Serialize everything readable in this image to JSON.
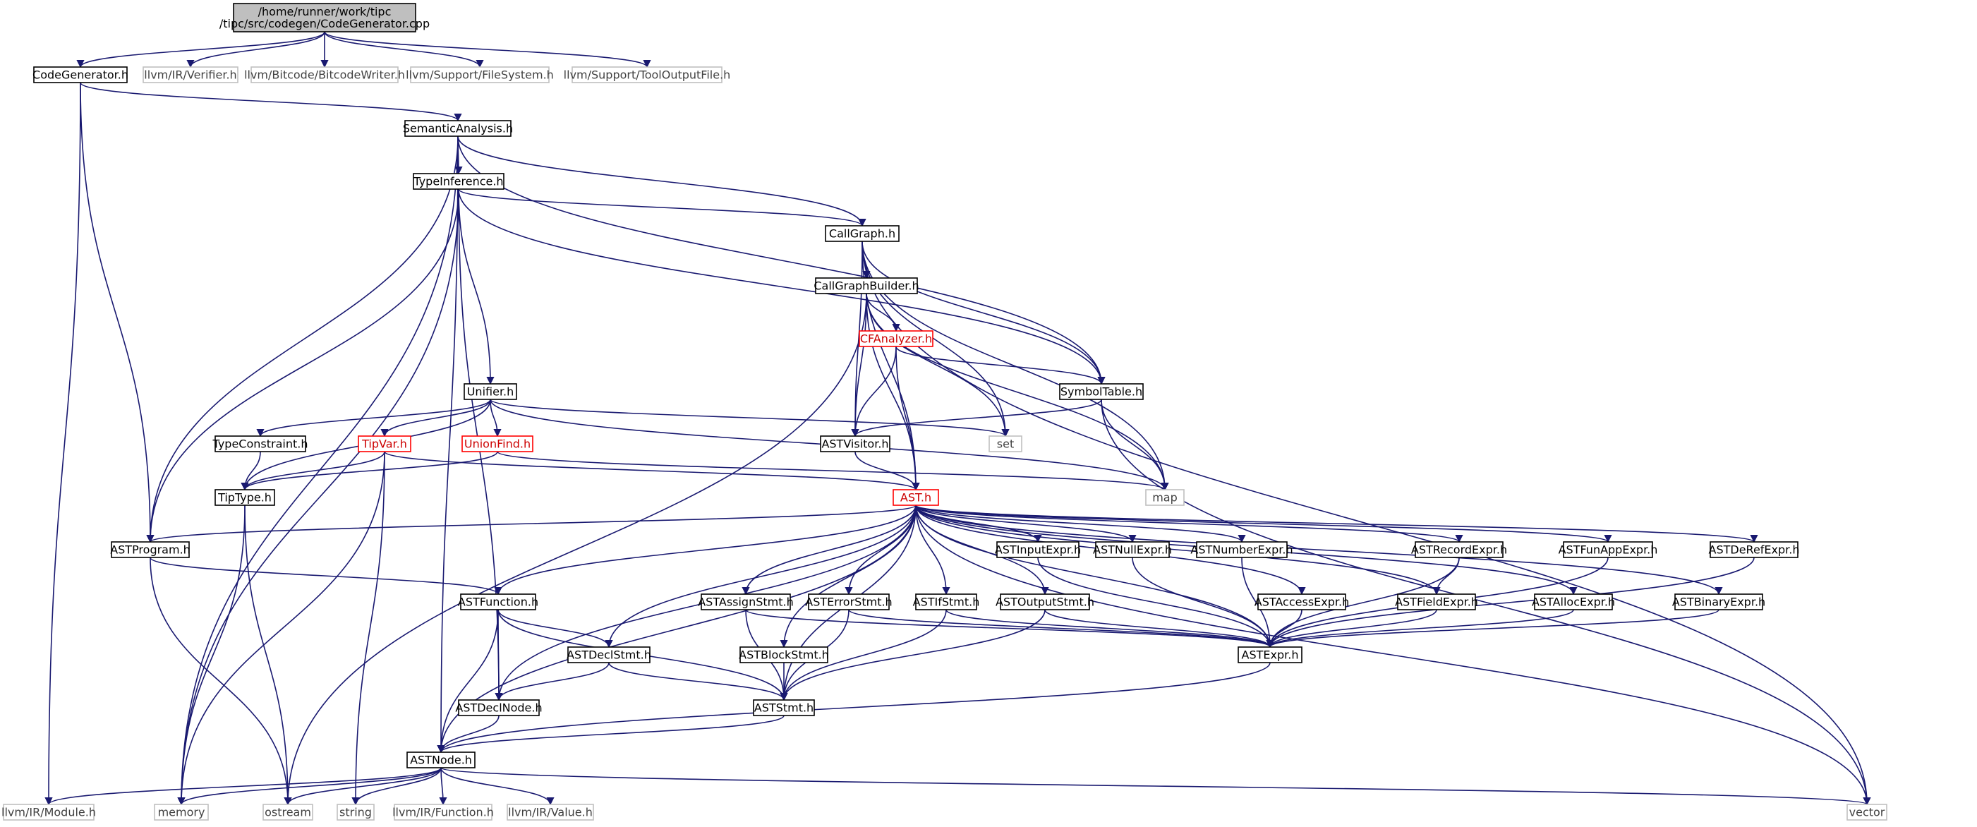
{
  "colors": {
    "edge": "#191970",
    "root_fill": "#bfbfbf",
    "border_default": "#000000",
    "border_external": "#bfbfbf",
    "border_truncated": "#ff0000",
    "text_default": "#000000",
    "text_external": "#404040",
    "text_truncated": "#cc0000"
  },
  "nodes": [
    {
      "id": "root",
      "lines": [
        "/home/runner/work/tipc",
        "/tipc/src/codegen/CodeGenerator.cpp"
      ],
      "kind": "root"
    },
    {
      "id": "codegenerator_h",
      "lines": [
        "CodeGenerator.h"
      ],
      "kind": "file"
    },
    {
      "id": "llvm_ir_verifier_h",
      "lines": [
        "llvm/IR/Verifier.h"
      ],
      "kind": "external"
    },
    {
      "id": "llvm_bitcode_bitcodewriter_h",
      "lines": [
        "llvm/Bitcode/BitcodeWriter.h"
      ],
      "kind": "external"
    },
    {
      "id": "llvm_support_filesystem_h",
      "lines": [
        "llvm/Support/FileSystem.h"
      ],
      "kind": "external"
    },
    {
      "id": "llvm_support_tooloutputfile_h",
      "lines": [
        "llvm/Support/ToolOutputFile.h"
      ],
      "kind": "external"
    },
    {
      "id": "semanticanalysis_h",
      "lines": [
        "SemanticAnalysis.h"
      ],
      "kind": "file"
    },
    {
      "id": "typeinference_h",
      "lines": [
        "TypeInference.h"
      ],
      "kind": "file"
    },
    {
      "id": "callgraph_h",
      "lines": [
        "CallGraph.h"
      ],
      "kind": "file"
    },
    {
      "id": "callgraphbuilder_h",
      "lines": [
        "CallGraphBuilder.h"
      ],
      "kind": "file"
    },
    {
      "id": "cfanalyzer_h",
      "lines": [
        "CFAnalyzer.h"
      ],
      "kind": "truncated"
    },
    {
      "id": "symboltable_h",
      "lines": [
        "SymbolTable.h"
      ],
      "kind": "file"
    },
    {
      "id": "unifier_h",
      "lines": [
        "Unifier.h"
      ],
      "kind": "file"
    },
    {
      "id": "typeconstraint_h",
      "lines": [
        "TypeConstraint.h"
      ],
      "kind": "file"
    },
    {
      "id": "tipvar_h",
      "lines": [
        "TipVar.h"
      ],
      "kind": "truncated"
    },
    {
      "id": "unionfind_h",
      "lines": [
        "UnionFind.h"
      ],
      "kind": "truncated"
    },
    {
      "id": "astvisitor_h",
      "lines": [
        "ASTVisitor.h"
      ],
      "kind": "file"
    },
    {
      "id": "set",
      "lines": [
        "set"
      ],
      "kind": "external"
    },
    {
      "id": "map",
      "lines": [
        "map"
      ],
      "kind": "external"
    },
    {
      "id": "tiptype_h",
      "lines": [
        "TipType.h"
      ],
      "kind": "file"
    },
    {
      "id": "ast_h",
      "lines": [
        "AST.h"
      ],
      "kind": "truncated"
    },
    {
      "id": "astprogram_h",
      "lines": [
        "ASTProgram.h"
      ],
      "kind": "file"
    },
    {
      "id": "astinputexpr_h",
      "lines": [
        "ASTInputExpr.h"
      ],
      "kind": "file"
    },
    {
      "id": "astnullexpr_h",
      "lines": [
        "ASTNullExpr.h"
      ],
      "kind": "file"
    },
    {
      "id": "astnumberexpr_h",
      "lines": [
        "ASTNumberExpr.h"
      ],
      "kind": "file"
    },
    {
      "id": "astrecordexpr_h",
      "lines": [
        "ASTRecordExpr.h"
      ],
      "kind": "file"
    },
    {
      "id": "astfunappexpr_h",
      "lines": [
        "ASTFunAppExpr.h"
      ],
      "kind": "file"
    },
    {
      "id": "astderefexpr_h",
      "lines": [
        "ASTDeRefExpr.h"
      ],
      "kind": "file"
    },
    {
      "id": "astfunction_h",
      "lines": [
        "ASTFunction.h"
      ],
      "kind": "file"
    },
    {
      "id": "astassignstmt_h",
      "lines": [
        "ASTAssignStmt.h"
      ],
      "kind": "file"
    },
    {
      "id": "asterrorstmt_h",
      "lines": [
        "ASTErrorStmt.h"
      ],
      "kind": "file"
    },
    {
      "id": "astifstmt_h",
      "lines": [
        "ASTIfStmt.h"
      ],
      "kind": "file"
    },
    {
      "id": "astoutputstmt_h",
      "lines": [
        "ASTOutputStmt.h"
      ],
      "kind": "file"
    },
    {
      "id": "astaccessexpr_h",
      "lines": [
        "ASTAccessExpr.h"
      ],
      "kind": "file"
    },
    {
      "id": "astfieldexpr_h",
      "lines": [
        "ASTFieldExpr.h"
      ],
      "kind": "file"
    },
    {
      "id": "astallocexpr_h",
      "lines": [
        "ASTAllocExpr.h"
      ],
      "kind": "file"
    },
    {
      "id": "astbinaryexpr_h",
      "lines": [
        "ASTBinaryExpr.h"
      ],
      "kind": "file"
    },
    {
      "id": "astdeclstmt_h",
      "lines": [
        "ASTDeclStmt.h"
      ],
      "kind": "file"
    },
    {
      "id": "astblockstmt_h",
      "lines": [
        "ASTBlockStmt.h"
      ],
      "kind": "file"
    },
    {
      "id": "astexpr_h",
      "lines": [
        "ASTExpr.h"
      ],
      "kind": "file"
    },
    {
      "id": "astdeclnode_h",
      "lines": [
        "ASTDeclNode.h"
      ],
      "kind": "file"
    },
    {
      "id": "aststmt_h",
      "lines": [
        "ASTStmt.h"
      ],
      "kind": "file"
    },
    {
      "id": "astnode_h",
      "lines": [
        "ASTNode.h"
      ],
      "kind": "file"
    },
    {
      "id": "llvm_ir_module_h",
      "lines": [
        "llvm/IR/Module.h"
      ],
      "kind": "external"
    },
    {
      "id": "memory",
      "lines": [
        "memory"
      ],
      "kind": "external"
    },
    {
      "id": "ostream",
      "lines": [
        "ostream"
      ],
      "kind": "external"
    },
    {
      "id": "string",
      "lines": [
        "string"
      ],
      "kind": "external"
    },
    {
      "id": "llvm_ir_function_h",
      "lines": [
        "llvm/IR/Function.h"
      ],
      "kind": "external"
    },
    {
      "id": "llvm_ir_value_h",
      "lines": [
        "llvm/IR/Value.h"
      ],
      "kind": "external"
    },
    {
      "id": "vector",
      "lines": [
        "vector"
      ],
      "kind": "external"
    }
  ],
  "edges": [
    [
      "root",
      "codegenerator_h"
    ],
    [
      "root",
      "llvm_ir_verifier_h"
    ],
    [
      "root",
      "llvm_bitcode_bitcodewriter_h"
    ],
    [
      "root",
      "llvm_support_filesystem_h"
    ],
    [
      "root",
      "llvm_support_tooloutputfile_h"
    ],
    [
      "codegenerator_h",
      "semanticanalysis_h"
    ],
    [
      "codegenerator_h",
      "astprogram_h"
    ],
    [
      "codegenerator_h",
      "llvm_ir_module_h"
    ],
    [
      "semanticanalysis_h",
      "typeinference_h"
    ],
    [
      "semanticanalysis_h",
      "callgraph_h"
    ],
    [
      "semanticanalysis_h",
      "symboltable_h"
    ],
    [
      "semanticanalysis_h",
      "astprogram_h"
    ],
    [
      "semanticanalysis_h",
      "astnode_h"
    ],
    [
      "semanticanalysis_h",
      "memory"
    ],
    [
      "typeinference_h",
      "callgraph_h"
    ],
    [
      "typeinference_h",
      "symboltable_h"
    ],
    [
      "typeinference_h",
      "unifier_h"
    ],
    [
      "typeinference_h",
      "astprogram_h"
    ],
    [
      "typeinference_h",
      "astdeclnode_h"
    ],
    [
      "typeinference_h",
      "memory"
    ],
    [
      "callgraph_h",
      "callgraphbuilder_h"
    ],
    [
      "callgraph_h",
      "symboltable_h"
    ],
    [
      "callgraph_h",
      "astvisitor_h"
    ],
    [
      "callgraph_h",
      "ast_h"
    ],
    [
      "callgraph_h",
      "set"
    ],
    [
      "callgraph_h",
      "map"
    ],
    [
      "callgraph_h",
      "vector"
    ],
    [
      "callgraphbuilder_h",
      "cfanalyzer_h"
    ],
    [
      "callgraphbuilder_h",
      "astvisitor_h"
    ],
    [
      "callgraphbuilder_h",
      "ast_h"
    ],
    [
      "callgraphbuilder_h",
      "set"
    ],
    [
      "callgraphbuilder_h",
      "map"
    ],
    [
      "callgraphbuilder_h",
      "ostream"
    ],
    [
      "cfanalyzer_h",
      "symboltable_h"
    ],
    [
      "cfanalyzer_h",
      "astvisitor_h"
    ],
    [
      "cfanalyzer_h",
      "ast_h"
    ],
    [
      "symboltable_h",
      "astvisitor_h"
    ],
    [
      "symboltable_h",
      "map"
    ],
    [
      "symboltable_h",
      "vector"
    ],
    [
      "unifier_h",
      "typeconstraint_h"
    ],
    [
      "unifier_h",
      "tipvar_h"
    ],
    [
      "unifier_h",
      "unionfind_h"
    ],
    [
      "unifier_h",
      "tiptype_h"
    ],
    [
      "unifier_h",
      "set"
    ],
    [
      "unifier_h",
      "map"
    ],
    [
      "typeconstraint_h",
      "tiptype_h"
    ],
    [
      "tipvar_h",
      "tiptype_h"
    ],
    [
      "tipvar_h",
      "ast_h"
    ],
    [
      "tipvar_h",
      "memory"
    ],
    [
      "tipvar_h",
      "string"
    ],
    [
      "unionfind_h",
      "tiptype_h"
    ],
    [
      "unionfind_h",
      "map"
    ],
    [
      "astvisitor_h",
      "ast_h"
    ],
    [
      "tiptype_h",
      "memory"
    ],
    [
      "tiptype_h",
      "ostream"
    ],
    [
      "ast_h",
      "astprogram_h"
    ],
    [
      "ast_h",
      "astfunction_h"
    ],
    [
      "ast_h",
      "astdeclstmt_h"
    ],
    [
      "ast_h",
      "astdeclnode_h"
    ],
    [
      "ast_h",
      "astassignstmt_h"
    ],
    [
      "ast_h",
      "astblockstmt_h"
    ],
    [
      "ast_h",
      "asterrorstmt_h"
    ],
    [
      "ast_h",
      "astifstmt_h"
    ],
    [
      "ast_h",
      "astoutputstmt_h"
    ],
    [
      "ast_h",
      "astinputexpr_h"
    ],
    [
      "ast_h",
      "astnullexpr_h"
    ],
    [
      "ast_h",
      "astnumberexpr_h"
    ],
    [
      "ast_h",
      "astaccessexpr_h"
    ],
    [
      "ast_h",
      "astrecordexpr_h"
    ],
    [
      "ast_h",
      "astfieldexpr_h"
    ],
    [
      "ast_h",
      "astfunappexpr_h"
    ],
    [
      "ast_h",
      "astallocexpr_h"
    ],
    [
      "ast_h",
      "astderefexpr_h"
    ],
    [
      "ast_h",
      "astbinaryexpr_h"
    ],
    [
      "ast_h",
      "astexpr_h"
    ],
    [
      "ast_h",
      "aststmt_h"
    ],
    [
      "ast_h",
      "astnode_h"
    ],
    [
      "ast_h",
      "vector"
    ],
    [
      "astprogram_h",
      "astfunction_h"
    ],
    [
      "astprogram_h",
      "ostream"
    ],
    [
      "astfunction_h",
      "astdeclstmt_h"
    ],
    [
      "astfunction_h",
      "astdeclnode_h"
    ],
    [
      "astfunction_h",
      "aststmt_h"
    ],
    [
      "astfunction_h",
      "astnode_h"
    ],
    [
      "astassignstmt_h",
      "aststmt_h"
    ],
    [
      "astassignstmt_h",
      "astexpr_h"
    ],
    [
      "asterrorstmt_h",
      "aststmt_h"
    ],
    [
      "asterrorstmt_h",
      "astexpr_h"
    ],
    [
      "astifstmt_h",
      "aststmt_h"
    ],
    [
      "astifstmt_h",
      "astexpr_h"
    ],
    [
      "astoutputstmt_h",
      "aststmt_h"
    ],
    [
      "astoutputstmt_h",
      "astexpr_h"
    ],
    [
      "astblockstmt_h",
      "aststmt_h"
    ],
    [
      "astdeclstmt_h",
      "aststmt_h"
    ],
    [
      "astdeclstmt_h",
      "astdeclnode_h"
    ],
    [
      "astinputexpr_h",
      "astexpr_h"
    ],
    [
      "astnullexpr_h",
      "astexpr_h"
    ],
    [
      "astnumberexpr_h",
      "astexpr_h"
    ],
    [
      "astaccessexpr_h",
      "astexpr_h"
    ],
    [
      "astrecordexpr_h",
      "astfieldexpr_h"
    ],
    [
      "astrecordexpr_h",
      "astexpr_h"
    ],
    [
      "astfieldexpr_h",
      "astexpr_h"
    ],
    [
      "astfunappexpr_h",
      "astexpr_h"
    ],
    [
      "astallocexpr_h",
      "astexpr_h"
    ],
    [
      "astderefexpr_h",
      "astexpr_h"
    ],
    [
      "astbinaryexpr_h",
      "astexpr_h"
    ],
    [
      "astexpr_h",
      "astnode_h"
    ],
    [
      "astdeclnode_h",
      "astnode_h"
    ],
    [
      "aststmt_h",
      "astnode_h"
    ],
    [
      "astnode_h",
      "llvm_ir_module_h"
    ],
    [
      "astnode_h",
      "memory"
    ],
    [
      "astnode_h",
      "ostream"
    ],
    [
      "astnode_h",
      "string"
    ],
    [
      "astnode_h",
      "llvm_ir_function_h"
    ],
    [
      "astnode_h",
      "llvm_ir_value_h"
    ],
    [
      "astnode_h",
      "vector"
    ]
  ]
}
